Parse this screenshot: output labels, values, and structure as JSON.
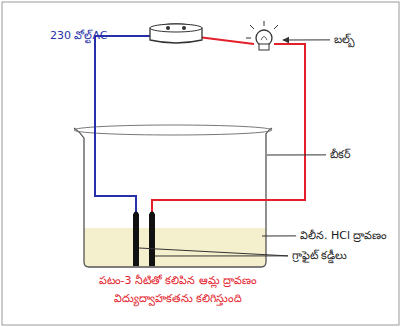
{
  "diagram": {
    "caption": "పటం-3 నీటితో కలిపిన ఆమ్ల ద్రావణం విద్యుద్వాహకతను కలిగిస్తుంది",
    "labels": [
      "230 వోల్ట్AC",
      "బల్బ్",
      "బీకర్",
      "విలీన. HCl ద్రావణం",
      "గ్రాఫైట్ కడ్డీలు"
    ]
  }
}
